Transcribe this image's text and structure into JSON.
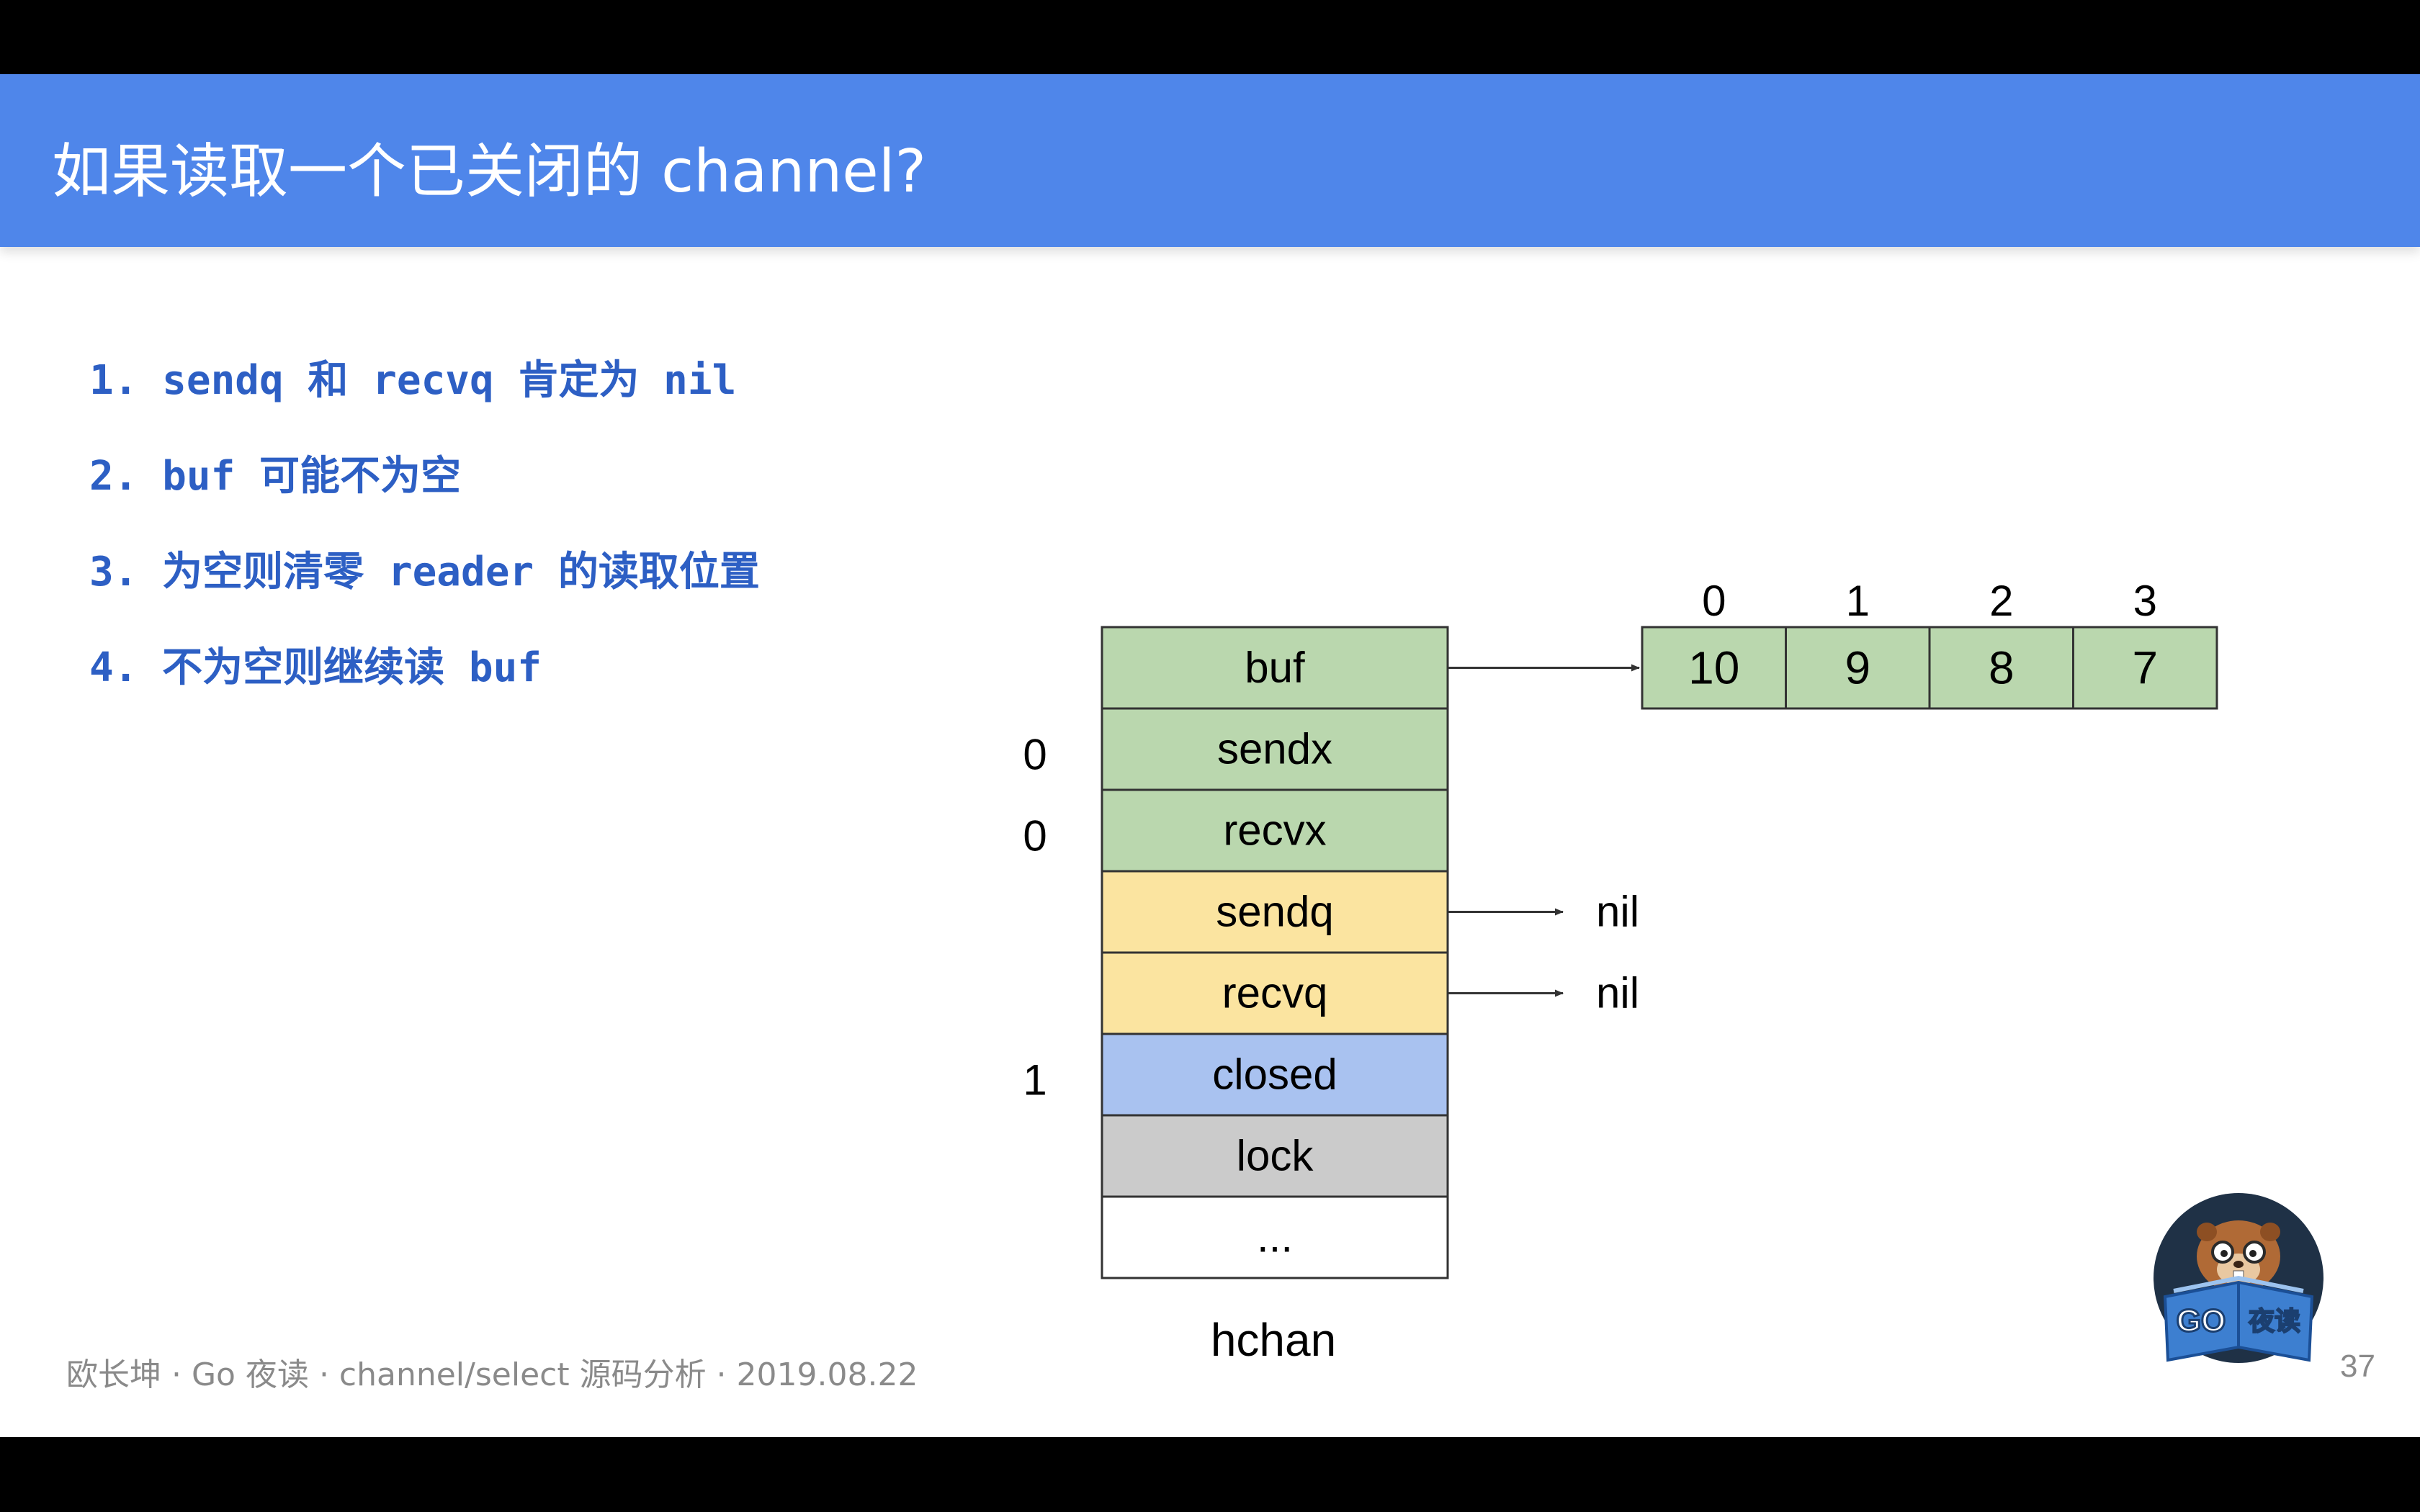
{
  "title": "如果读取一个已关闭的 channel?",
  "bullets": [
    "1. sendq 和 recvq 肯定为 nil",
    "2. buf 可能不为空",
    "3. 为空则清零 reader 的读取位置",
    "4. 不为空则继续读 buf"
  ],
  "struct": {
    "name": "hchan",
    "fields": [
      {
        "label": "buf",
        "value": "",
        "color": "#bad7ae"
      },
      {
        "label": "sendx",
        "value": "0",
        "color": "#bad7ae"
      },
      {
        "label": "recvx",
        "value": "0",
        "color": "#bad7ae"
      },
      {
        "label": "sendq",
        "value": "",
        "color": "#fbe4a0",
        "points_to": "nil"
      },
      {
        "label": "recvq",
        "value": "",
        "color": "#fbe4a0",
        "points_to": "nil"
      },
      {
        "label": "closed",
        "value": "1",
        "color": "#a9c2f0"
      },
      {
        "label": "lock",
        "value": "",
        "color": "#cbcbcb"
      },
      {
        "label": "...",
        "value": "",
        "color": "#ffffff"
      }
    ]
  },
  "buffer": {
    "indices": [
      "0",
      "1",
      "2",
      "3"
    ],
    "values": [
      "10",
      "9",
      "8",
      "7"
    ],
    "color": "#bad7ae"
  },
  "logo_text": [
    "GO",
    "夜读"
  ],
  "footer": "欧长坤 · Go 夜读 · channel/select 源码分析 · 2019.08.22",
  "page_number": "37"
}
